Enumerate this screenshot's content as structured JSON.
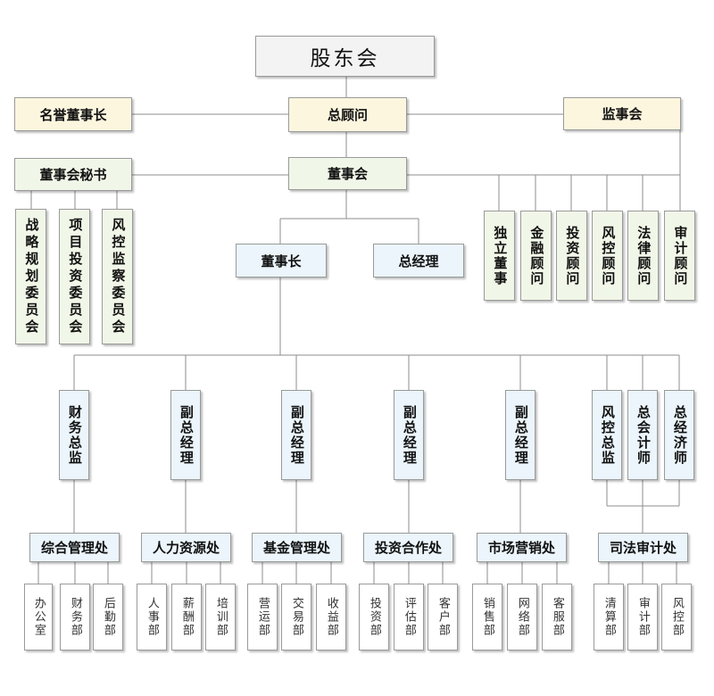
{
  "top": {
    "shareholders": "股东会",
    "honorary_chairman": "名誉董事长",
    "general_advisor": "总顾问",
    "supervisory_board": "监事会",
    "board_secretary": "董事会秘书",
    "board": "董事会",
    "chairman": "董事长",
    "general_manager": "总经理"
  },
  "committees": [
    "战略规划委员会",
    "项目投资委员会",
    "风控监察委员会"
  ],
  "advisors": [
    "独立董事",
    "金融顾问",
    "投资顾问",
    "风控顾问",
    "法律顾问",
    "审计顾问"
  ],
  "executives": [
    "财务总监",
    "副总经理",
    "副总经理",
    "副总经理",
    "副总经理",
    "风控总监",
    "总会计师",
    "总经济师"
  ],
  "divisions": [
    {
      "name": "综合管理处",
      "departments": [
        "办公室",
        "财务部",
        "后勤部"
      ]
    },
    {
      "name": "人力资源处",
      "departments": [
        "人事部",
        "薪酬部",
        "培训部"
      ]
    },
    {
      "name": "基金管理处",
      "departments": [
        "营运部",
        "交易部",
        "收益部"
      ]
    },
    {
      "name": "投资合作处",
      "departments": [
        "投资部",
        "评估部",
        "客户部"
      ]
    },
    {
      "name": "市场营销处",
      "departments": [
        "销售部",
        "网络部",
        "客服部"
      ]
    },
    {
      "name": "司法审计处",
      "departments": [
        "清算部",
        "审计部",
        "风控部"
      ]
    }
  ],
  "colors": {
    "line": "#8c8c8c",
    "root": "#f3f3f3",
    "gold": "#fdf6df",
    "green": "#f1f7e8",
    "blue": "#ebf5fb"
  }
}
